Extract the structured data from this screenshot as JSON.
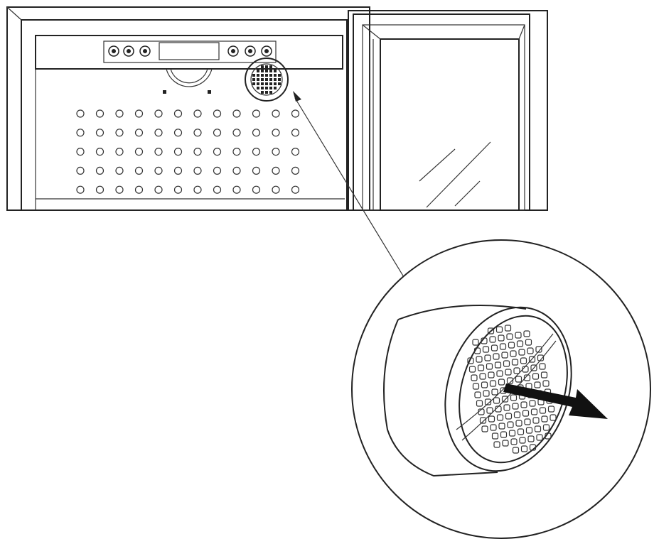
{
  "figure": {
    "type": "technical-line-drawing",
    "line_color": "#222222",
    "background": "#ffffff",
    "parts": [
      "cabinet",
      "control-panel",
      "knob",
      "display",
      "fan-cover",
      "filter",
      "vent-holes",
      "glass-door",
      "detail-callout",
      "removal-arrow"
    ]
  }
}
